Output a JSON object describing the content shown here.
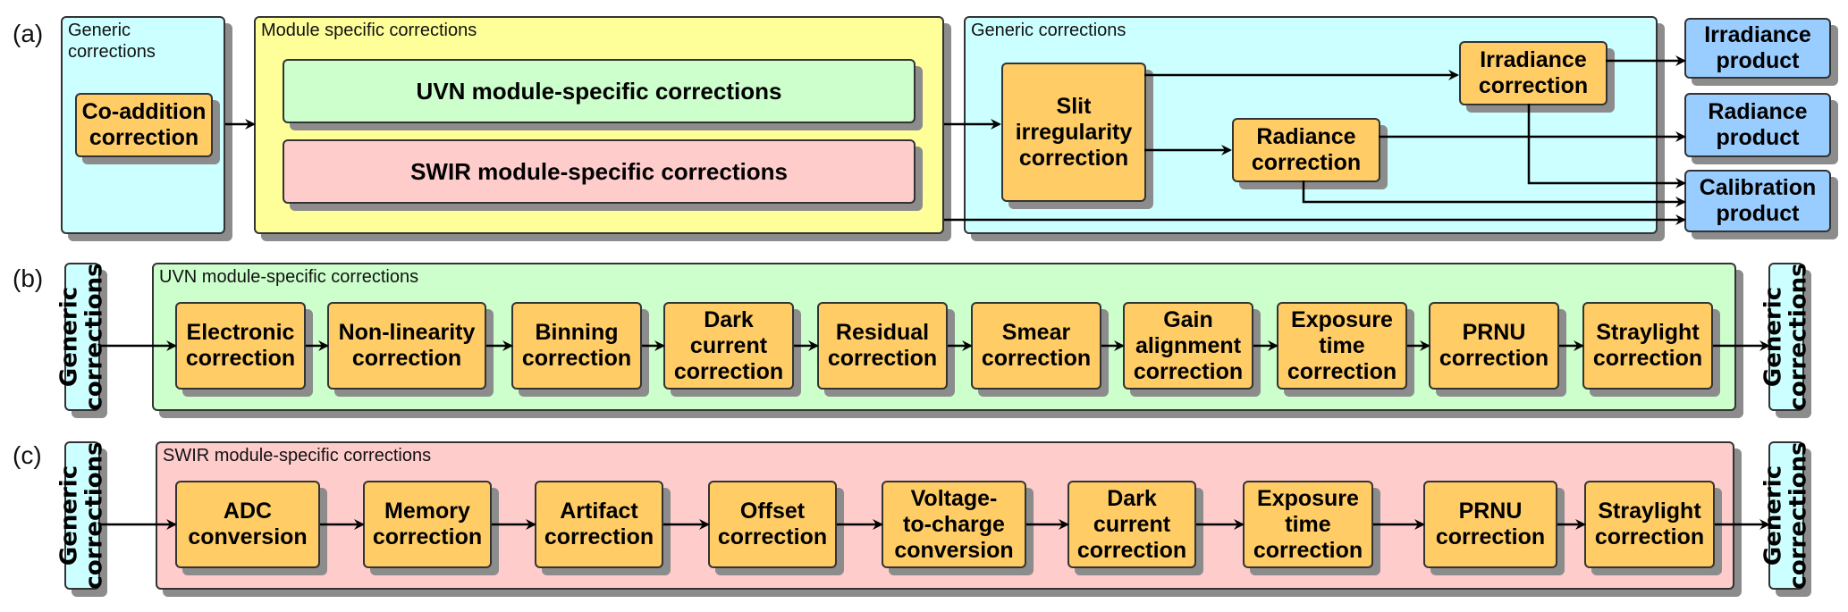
{
  "panels": {
    "a": {
      "label": "(a)",
      "generic_left": {
        "title": "Generic\ncorrections",
        "step": "Co-addition\ncorrection"
      },
      "module": {
        "title": "Module specific corrections",
        "uvn": "UVN module-specific corrections",
        "swir": "SWIR module-specific corrections"
      },
      "generic_right": {
        "title": "Generic corrections",
        "slit": "Slit\nirregularity\ncorrection",
        "radiance": "Radiance\ncorrection",
        "irradiance": "Irradiance\ncorrection"
      },
      "products": {
        "irradiance": "Irradiance\nproduct",
        "radiance": "Radiance\nproduct",
        "calibration": "Calibration\nproduct"
      }
    },
    "b": {
      "label": "(b)",
      "generic_in": "Generic\ncorrections",
      "generic_out": "Generic\ncorrections",
      "title": "UVN module-specific corrections",
      "steps": [
        "Electronic\ncorrection",
        "Non-linearity\ncorrection",
        "Binning\ncorrection",
        "Dark\ncurrent\ncorrection",
        "Residual\ncorrection",
        "Smear\ncorrection",
        "Gain\nalignment\ncorrection",
        "Exposure\ntime\ncorrection",
        "PRNU\ncorrection",
        "Straylight\ncorrection"
      ]
    },
    "c": {
      "label": "(c)",
      "generic_in": "Generic\ncorrections",
      "generic_out": "Generic\ncorrections",
      "title": "SWIR module-specific corrections",
      "steps": [
        "ADC\nconversion",
        "Memory\ncorrection",
        "Artifact\ncorrection",
        "Offset\ncorrection",
        "Voltage-\nto-charge\nconversion",
        "Dark\ncurrent\ncorrection",
        "Exposure\ntime\ncorrection",
        "PRNU\ncorrection",
        "Straylight\ncorrection"
      ]
    }
  },
  "colors": {
    "generic": "#ccffff",
    "module": "#ffff99",
    "uvn": "#ccffcc",
    "swir": "#ffcccc",
    "step": "#ffcc66",
    "product": "#99ccff"
  }
}
